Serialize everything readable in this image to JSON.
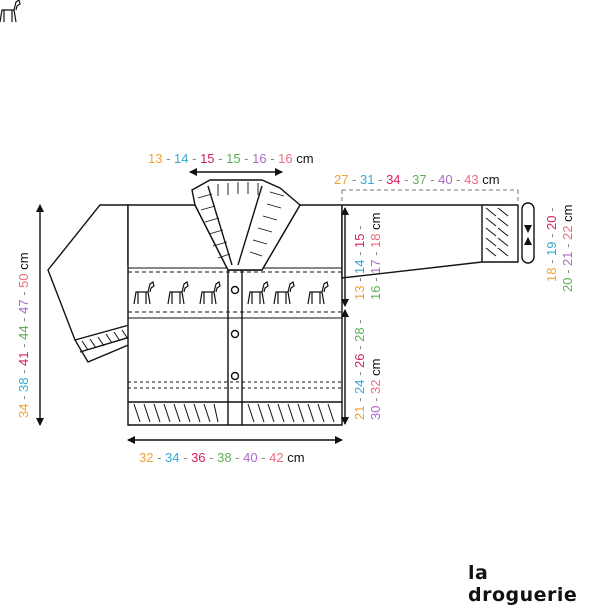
{
  "colors": {
    "c1": "#f0a13a",
    "c2": "#35a9d6",
    "c3": "#d61f63",
    "c4": "#5fae57",
    "c5": "#a86bc4",
    "c6": "#ef6b7f",
    "dash": "#888888",
    "ink": "#111111"
  },
  "measurements": {
    "neck": {
      "values": [
        "13",
        "14",
        "15",
        "15",
        "16",
        "16"
      ],
      "unit": "cm"
    },
    "sleeve_length": {
      "values": [
        "27",
        "31",
        "34",
        "37",
        "40",
        "43"
      ],
      "unit": "cm"
    },
    "cuff": {
      "values": [
        "18",
        "19",
        "20",
        "20",
        "21",
        "22"
      ],
      "unit": "cm"
    },
    "armhole": {
      "values": [
        "13",
        "14",
        "15",
        "16",
        "17",
        "18"
      ],
      "unit": "cm"
    },
    "body_to_armhole": {
      "values": [
        "21",
        "24",
        "26",
        "28",
        "30",
        "32"
      ],
      "unit": "cm"
    },
    "total_length": {
      "values": [
        "34",
        "38",
        "41",
        "44",
        "47",
        "50"
      ],
      "unit": "cm"
    },
    "width": {
      "values": [
        "32",
        "34",
        "36",
        "38",
        "40",
        "42"
      ],
      "unit": "cm"
    }
  },
  "brand": {
    "name": "la droguerie"
  }
}
